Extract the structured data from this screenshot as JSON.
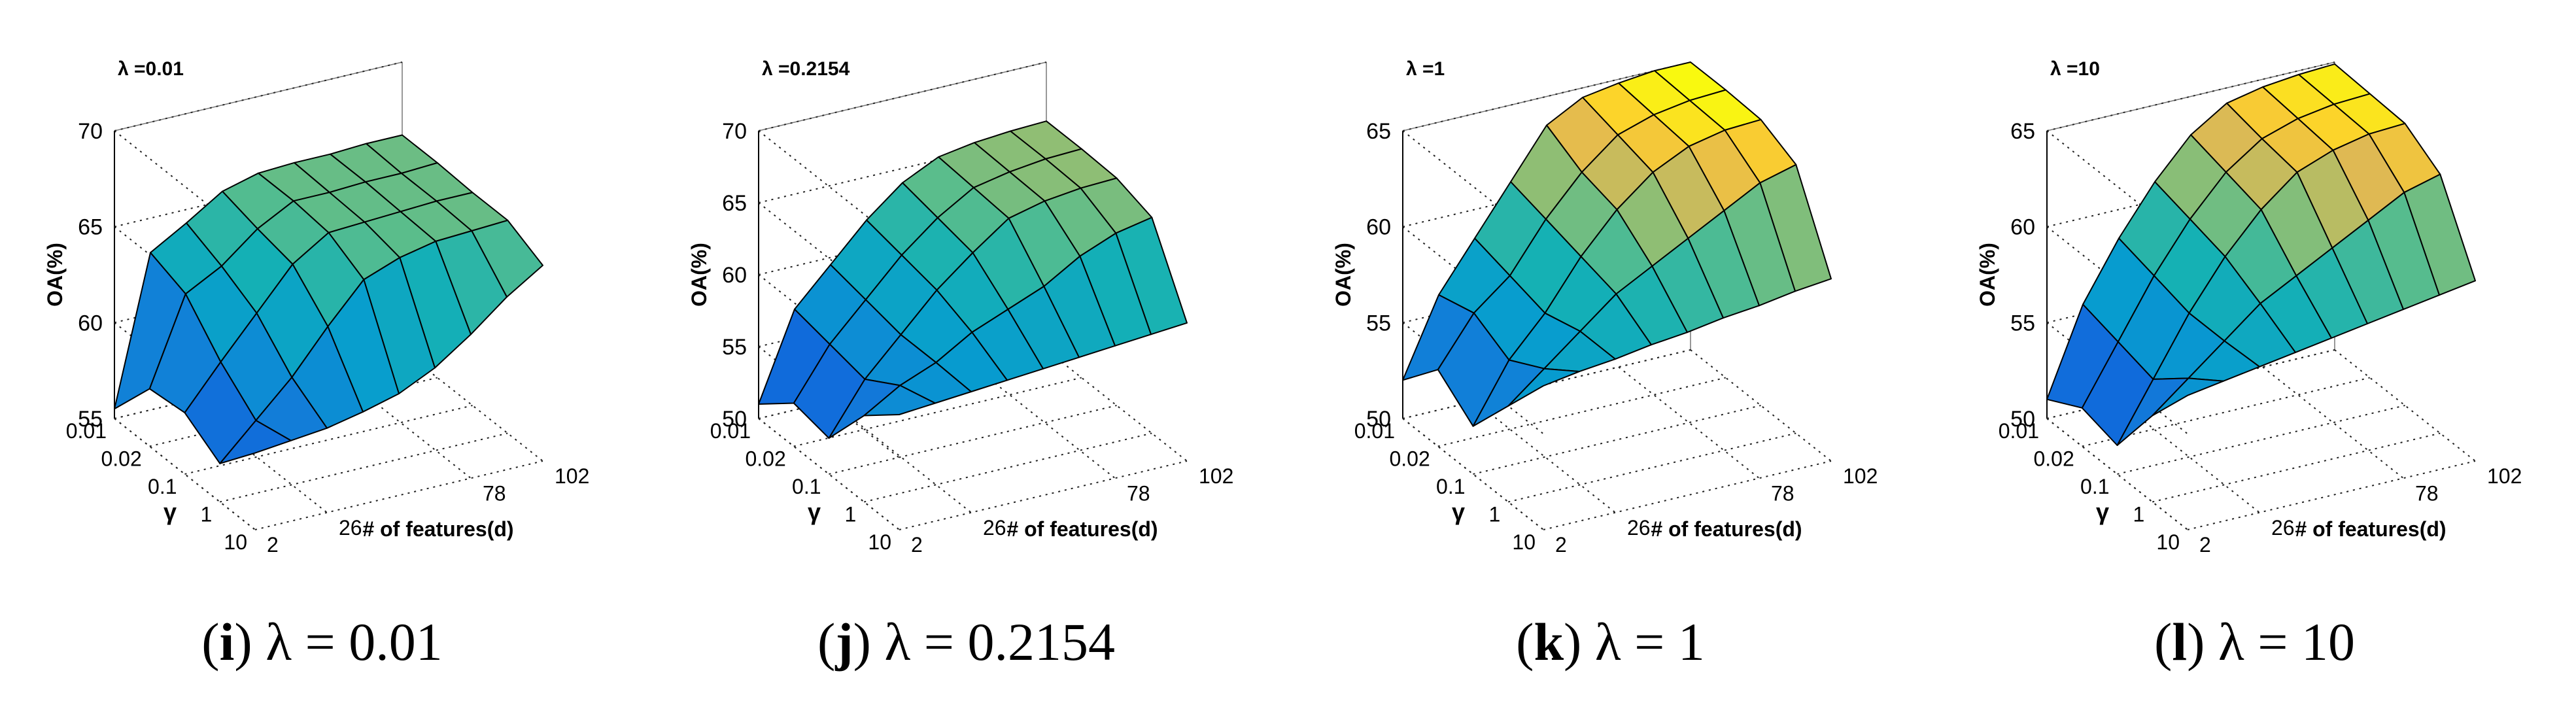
{
  "chart_data": [
    {
      "type": "surface",
      "panel_label": "(i)",
      "caption": "λ = 0.01",
      "title": "λ =0.01",
      "zlabel": "OA(%)",
      "ylabel": "γ",
      "xlabel": "# of features(d)",
      "zlim": [
        55,
        70
      ],
      "z_ticks": [
        "55",
        "60",
        "65",
        "70"
      ],
      "gamma_ticks": [
        "0.01",
        "0.02",
        "0.1",
        "1",
        "10"
      ],
      "d_ticks": [
        "2",
        "26",
        "78",
        "102"
      ],
      "grid": true,
      "colormap": "parula",
      "surface_rows": [
        {
          "gamma": "0.01",
          "oa": [
            55.5,
            63.2,
            64.3,
            65.5,
            66.0,
            66.1,
            66.1,
            66.2,
            66.2
          ]
        },
        {
          "gamma": "0.02",
          "oa": [
            58.0,
            62.5,
            63.5,
            65.0,
            66.0,
            66.0,
            66.1,
            66.1,
            66.2
          ]
        },
        {
          "gamma": "0.1",
          "oa": [
            58.2,
            60.4,
            62.5,
            64.6,
            65.8,
            65.9,
            66.0,
            66.1,
            66.1
          ]
        },
        {
          "gamma": "1",
          "oa": [
            57.0,
            58.8,
            60.6,
            62.8,
            64.8,
            65.5,
            65.9,
            66.0,
            66.1
          ]
        },
        {
          "gamma": "10",
          "oa": [
            59.0,
            59.2,
            59.4,
            59.8,
            60.3,
            61.2,
            62.5,
            64.0,
            65.2
          ]
        }
      ]
    },
    {
      "type": "surface",
      "panel_label": "(j)",
      "caption": "λ = 0.2154",
      "title": "λ =0.2154",
      "zlabel": "OA(%)",
      "ylabel": "γ",
      "xlabel": "# of features(d)",
      "zlim": [
        50,
        70
      ],
      "z_ticks": [
        "50",
        "55",
        "60",
        "65",
        "70"
      ],
      "gamma_ticks": [
        "0.01",
        "0.02",
        "0.1",
        "1",
        "10"
      ],
      "d_ticks": [
        "2",
        "26",
        "78",
        "102"
      ],
      "grid": true,
      "colormap": "parula",
      "surface_rows": [
        {
          "gamma": "0.01",
          "oa": [
            51.0,
            57.0,
            59.5,
            62.0,
            64.0,
            65.2,
            65.6,
            65.8,
            65.9
          ]
        },
        {
          "gamma": "0.02",
          "oa": [
            53.0,
            56.5,
            59.0,
            61.5,
            63.5,
            65.0,
            65.5,
            65.8,
            65.9
          ]
        },
        {
          "gamma": "0.1",
          "oa": [
            52.5,
            56.0,
            58.5,
            61.0,
            63.0,
            64.8,
            65.4,
            65.7,
            65.8
          ]
        },
        {
          "gamma": "1",
          "oa": [
            56.0,
            57.5,
            58.5,
            60.0,
            61.0,
            62.0,
            63.5,
            64.5,
            65.0
          ]
        },
        {
          "gamma": "10",
          "oa": [
            58.0,
            58.2,
            58.4,
            58.6,
            58.8,
            59.0,
            59.2,
            59.4,
            59.6
          ]
        }
      ]
    },
    {
      "type": "surface",
      "panel_label": "(k)",
      "caption": "λ = 1",
      "title": "λ =1",
      "zlabel": "OA(%)",
      "ylabel": "γ",
      "xlabel": "# of features(d)",
      "zlim": [
        50,
        65
      ],
      "z_ticks": [
        "50",
        "55",
        "60",
        "65"
      ],
      "gamma_ticks": [
        "0.01",
        "0.02",
        "0.1",
        "1",
        "10"
      ],
      "d_ticks": [
        "2",
        "26",
        "78",
        "102"
      ],
      "grid": true,
      "colormap": "parula",
      "surface_rows": [
        {
          "gamma": "0.01",
          "oa": [
            52.0,
            56.0,
            58.5,
            61.0,
            63.5,
            64.5,
            64.8,
            65.0,
            65.0
          ]
        },
        {
          "gamma": "0.02",
          "oa": [
            54.0,
            56.5,
            58.0,
            60.5,
            62.5,
            64.0,
            64.6,
            64.9,
            65.0
          ]
        },
        {
          "gamma": "0.1",
          "oa": [
            52.5,
            55.5,
            57.5,
            60.0,
            62.0,
            63.5,
            64.4,
            64.8,
            64.9
          ]
        },
        {
          "gamma": "1",
          "oa": [
            55.0,
            56.5,
            58.0,
            59.5,
            60.5,
            61.5,
            62.5,
            63.5,
            64.0
          ]
        },
        {
          "gamma": "10",
          "oa": [
            57.5,
            57.8,
            58.0,
            58.3,
            58.5,
            58.8,
            59.0,
            59.3,
            59.5
          ]
        }
      ]
    },
    {
      "type": "surface",
      "panel_label": "(l)",
      "caption": "λ = 10",
      "title": "λ =10",
      "zlabel": "OA(%)",
      "ylabel": "γ",
      "xlabel": "# of features(d)",
      "zlim": [
        50,
        65
      ],
      "z_ticks": [
        "50",
        "55",
        "60",
        "65"
      ],
      "gamma_ticks": [
        "0.01",
        "0.02",
        "0.1",
        "1",
        "10"
      ],
      "d_ticks": [
        "2",
        "26",
        "78",
        "102"
      ],
      "grid": true,
      "colormap": "parula",
      "surface_rows": [
        {
          "gamma": "0.01",
          "oa": [
            51.0,
            55.5,
            58.5,
            61.0,
            63.0,
            64.2,
            64.6,
            64.8,
            64.9
          ]
        },
        {
          "gamma": "0.02",
          "oa": [
            52.0,
            55.0,
            58.0,
            60.5,
            62.5,
            63.8,
            64.4,
            64.7,
            64.8
          ]
        },
        {
          "gamma": "0.1",
          "oa": [
            51.5,
            54.5,
            57.5,
            60.0,
            62.0,
            63.5,
            64.2,
            64.6,
            64.7
          ]
        },
        {
          "gamma": "1",
          "oa": [
            54.5,
            56.0,
            57.5,
            59.0,
            60.0,
            61.0,
            62.0,
            63.0,
            63.5
          ]
        },
        {
          "gamma": "10",
          "oa": [
            57.0,
            57.3,
            57.6,
            57.9,
            58.2,
            58.5,
            58.8,
            59.1,
            59.4
          ]
        }
      ]
    }
  ]
}
